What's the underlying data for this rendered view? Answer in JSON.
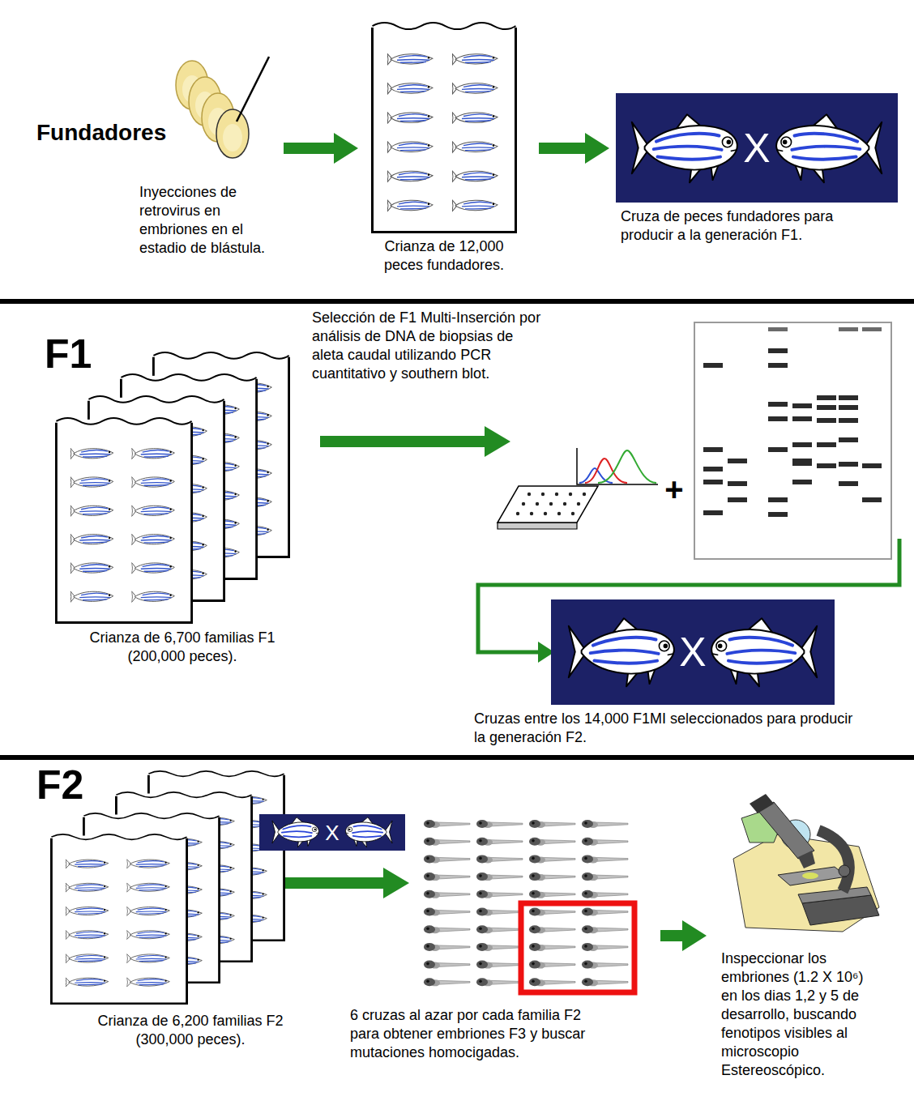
{
  "diagram": {
    "nodes": [
      {
        "text": [
          "X"
        ]
      },
      {
        "text": [
          "X"
        ]
      },
      {
        "text": [
          "X"
        ]
      }
    ],
    "labels": [
      "Fundadores",
      "Inyecciones de retrovirus en embriones en el estadio de blástula.",
      "Crianza de 12,000 peces fundadores.",
      "Cruza de peces fundadores para producir a la generación F1.",
      "F1",
      "Selección de F1 Multi-Inserción por análisis de DNA de biopsias de aleta caudal utilizando PCR cuantitativo y southern blot.",
      "+",
      "Crianza de 6,700 familias F1 (200,000 peces).",
      "Cruzas entre los 14,000 F1MI seleccionados para producir la generación F2.",
      "F2",
      "Crianza de 6,200 familias F2 (300,000 peces).",
      "6 cruzas al azar por cada familia F2 para obtener embriones F3 y buscar mutaciones homocigadas.",
      "Inspeccionar los embriones (1.2 X 10⁶) en los dias 1,2 y 5 de desarrollo, buscando fenotipos visibles al microscopio Estereoscópico."
    ]
  }
}
